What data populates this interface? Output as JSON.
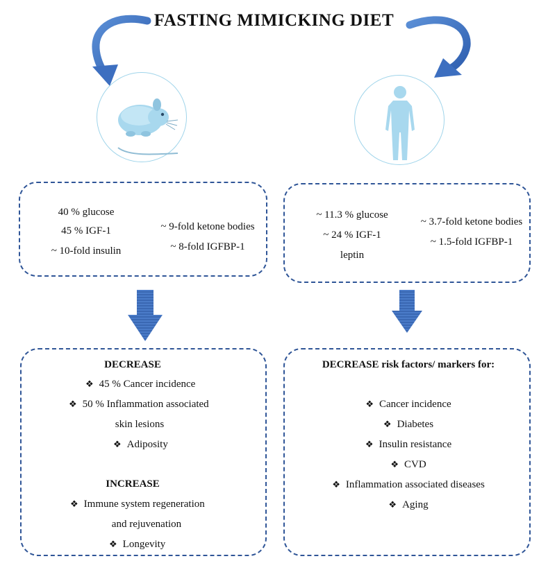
{
  "title": "FASTING MIMICKING DIET",
  "colors": {
    "arrow": "#4472c4",
    "box_border": "#2f5597",
    "figure": "#a8d8ee",
    "ring": "#9fd4ea"
  },
  "icons": {
    "left": "mouse-icon",
    "right": "human-body-icon"
  },
  "mouse_changes": {
    "left_col": [
      "40 % glucose",
      "45 % IGF-1",
      "~ 10-fold insulin"
    ],
    "right_col": [
      "~ 9-fold ketone bodies",
      "~ 8-fold IGFBP-1"
    ]
  },
  "human_changes": {
    "left_col": [
      "~ 11.3 % glucose",
      "~ 24 % IGF-1",
      "leptin"
    ],
    "right_col": [
      "~ 3.7-fold ketone bodies",
      "~ 1.5-fold IGFBP-1"
    ]
  },
  "mouse_effects": {
    "decrease_heading": "DECREASE",
    "decrease_items": [
      "45 % Cancer incidence",
      "50 % Inflammation associated",
      "skin lesions",
      "Adiposity"
    ],
    "increase_heading": "INCREASE",
    "increase_items": [
      "Immune system regeneration",
      "and rejuvenation",
      "Longevity"
    ]
  },
  "human_effects": {
    "heading": "DECREASE risk factors/ markers for:",
    "items": [
      "Cancer incidence",
      "Diabetes",
      "Insulin resistance",
      "CVD",
      "Inflammation associated diseases",
      "Aging"
    ]
  }
}
